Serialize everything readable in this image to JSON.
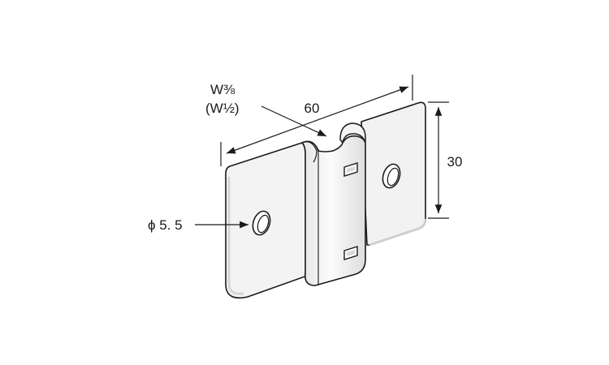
{
  "labels": {
    "thread_size": "W⅜",
    "thread_size_alt": "(W½)",
    "width": "60",
    "height": "30",
    "hole_diameter": "ϕ 5. 5"
  },
  "colors": {
    "line": "#1a1a1a",
    "plate_fill": "#f2f2f2",
    "plate_shade": "#e2e2e2",
    "edge": "#d4d4d4"
  }
}
